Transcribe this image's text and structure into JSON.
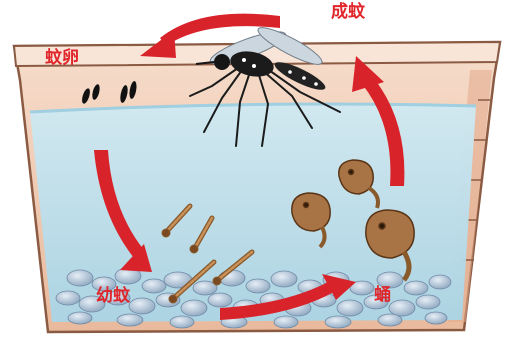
{
  "stages": {
    "adult": "成蚊",
    "eggs": "蚊卵",
    "larva": "幼蚊",
    "pupa": "蛹"
  },
  "colors": {
    "arrow": "#d9232b",
    "label": "#e0262b",
    "water": "#bfe1ee",
    "container": "#f0c9ae",
    "pebbles": "#9fb6cc"
  },
  "icons": [
    "mosquito-icon",
    "egg-icon",
    "larva-icon",
    "pupa-icon",
    "cycle-arrow-icon"
  ]
}
